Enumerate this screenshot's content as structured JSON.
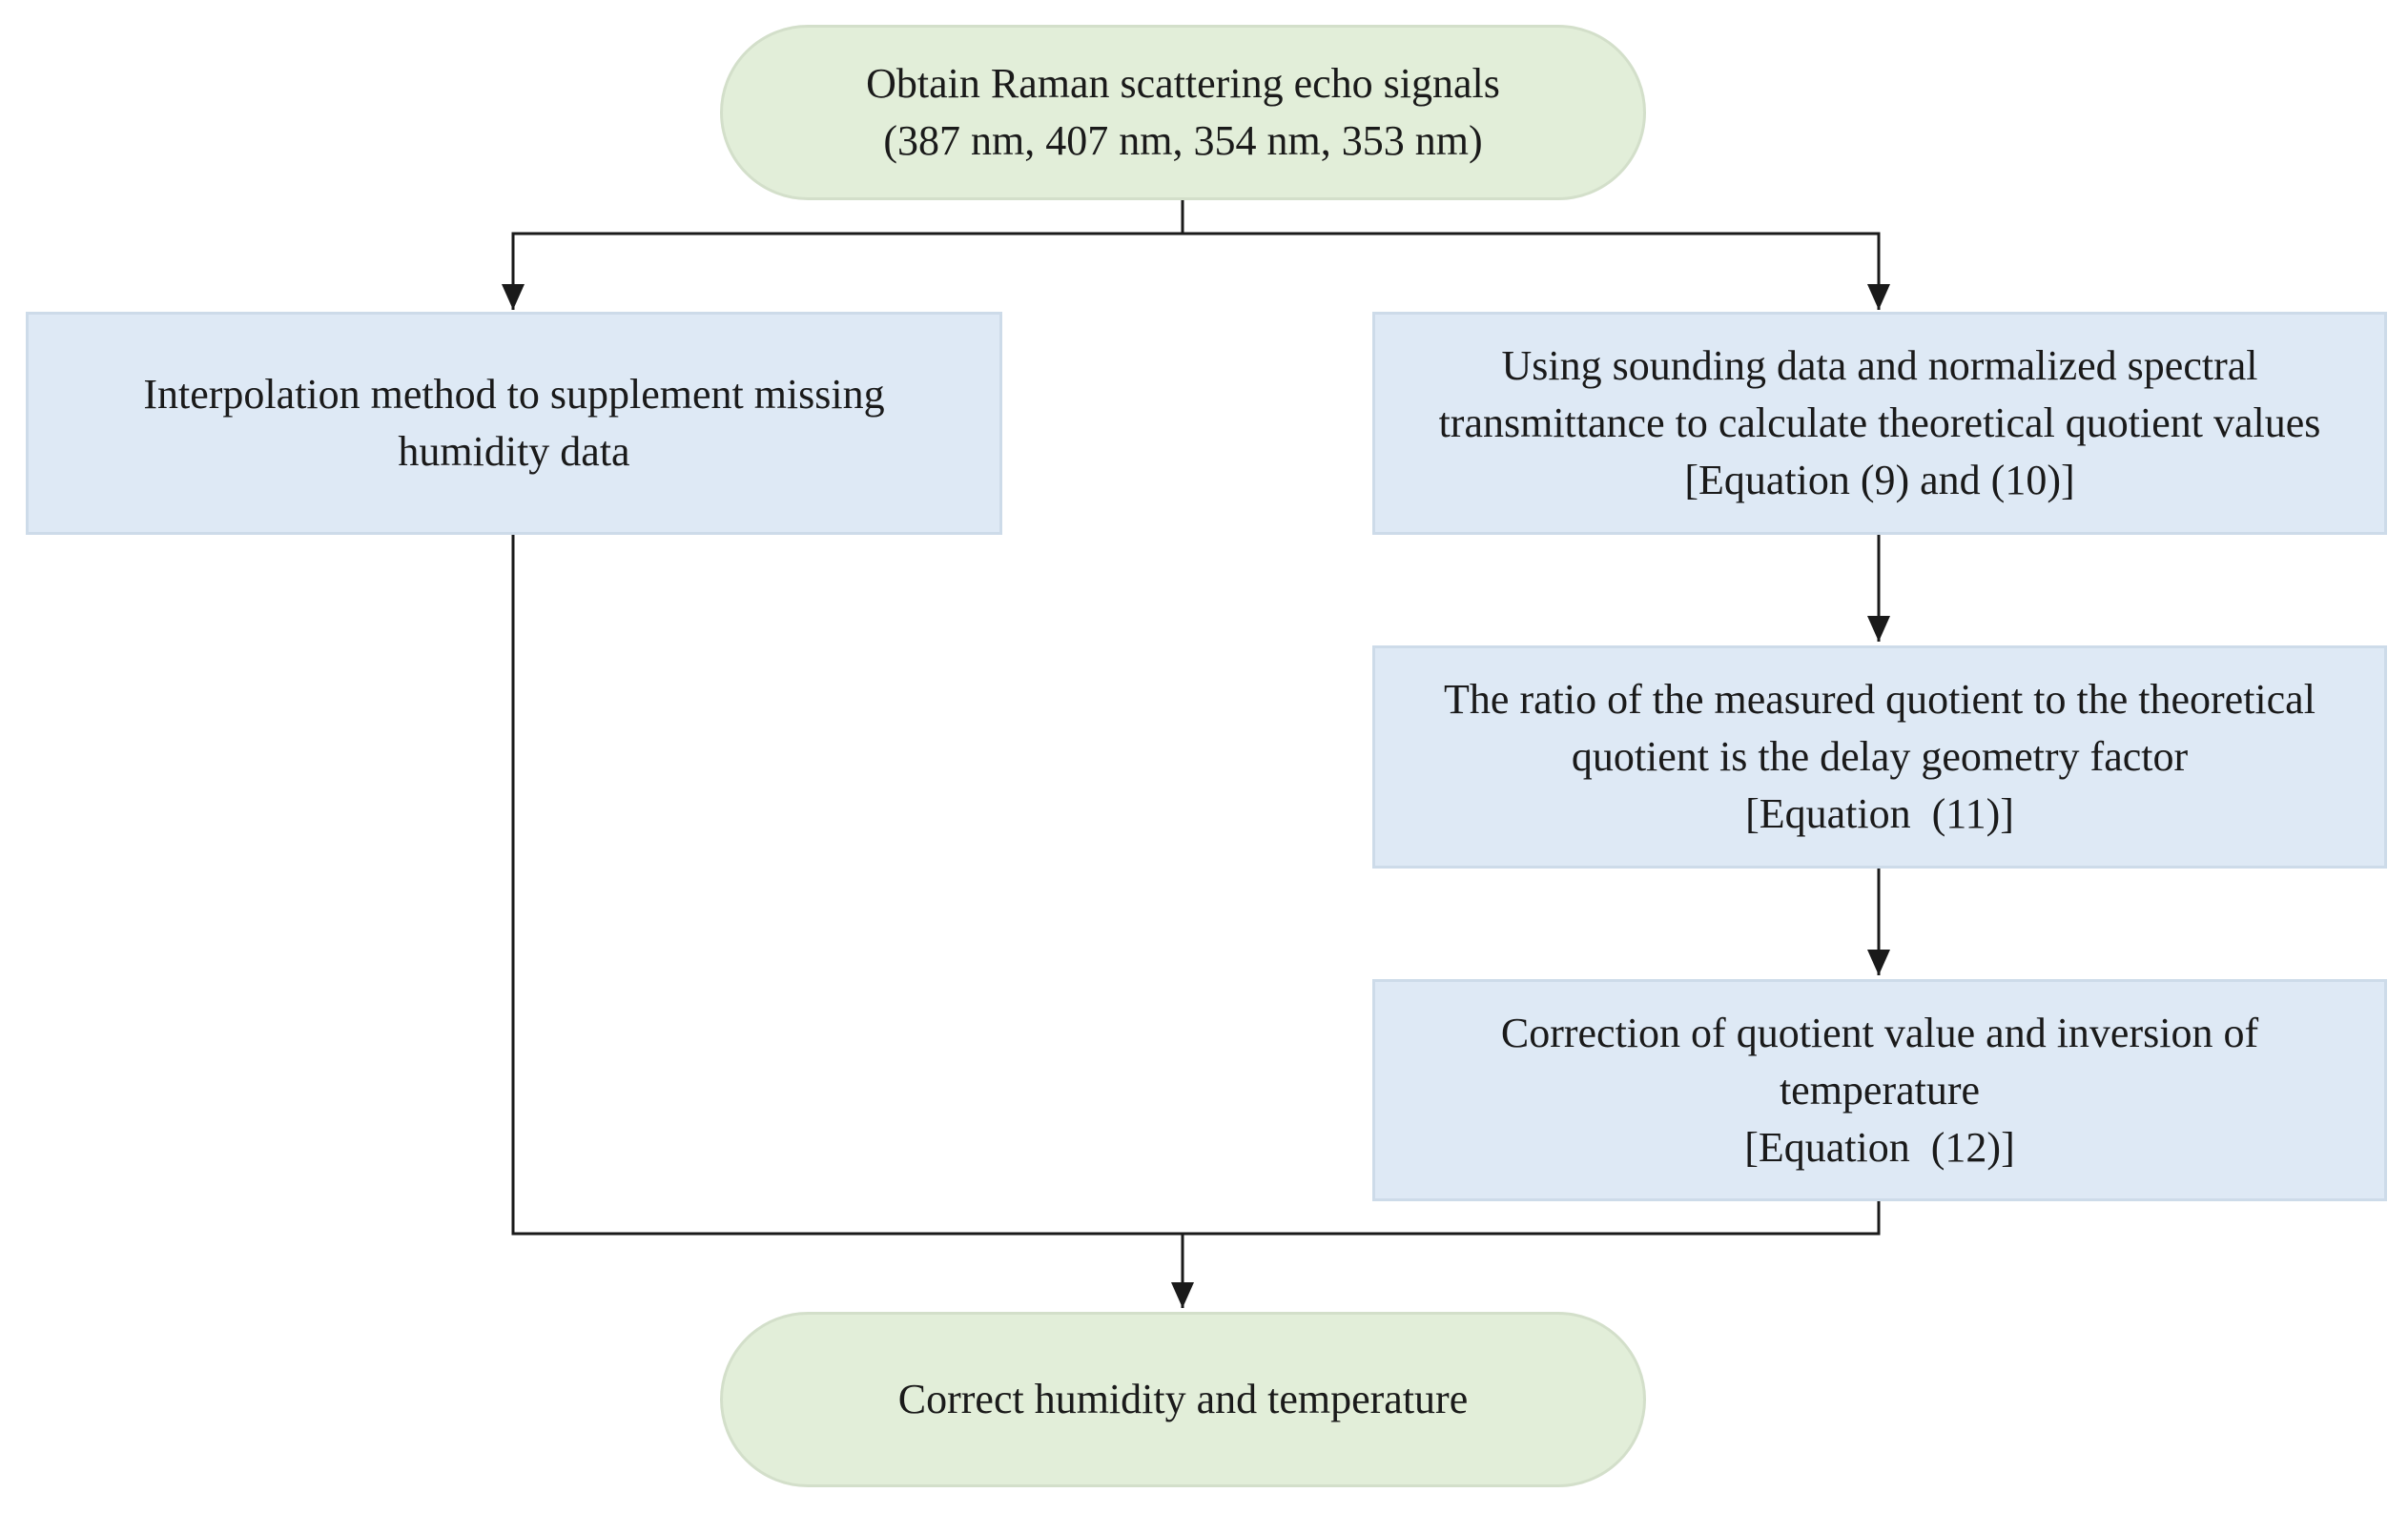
{
  "diagram": {
    "nodes": {
      "start": {
        "shape": "terminal",
        "lines": [
          "Obtain Raman scattering echo signals",
          "(387 nm, 407 nm, 354 nm, 353 nm)"
        ]
      },
      "interpolation": {
        "shape": "process",
        "lines": [
          "Interpolation method to supplement missing",
          "humidity data"
        ]
      },
      "theoretical_quotient": {
        "shape": "process",
        "lines": [
          "Using sounding data and normalized spectral",
          "transmittance to calculate theoretical quotient values",
          "[Equation (9) and (10)]"
        ]
      },
      "delay_geometry": {
        "shape": "process",
        "lines": [
          "The ratio of the measured quotient to the theoretical",
          "quotient is the delay geometry factor",
          "[Equation  (11)]"
        ]
      },
      "correction": {
        "shape": "process",
        "lines": [
          "Correction of quotient value and inversion of",
          "temperature",
          "[Equation  (12)]"
        ]
      },
      "end": {
        "shape": "terminal",
        "lines": [
          "Correct humidity and temperature"
        ]
      }
    },
    "edges": [
      {
        "from": "start",
        "to": "interpolation"
      },
      {
        "from": "start",
        "to": "theoretical_quotient"
      },
      {
        "from": "theoretical_quotient",
        "to": "delay_geometry"
      },
      {
        "from": "delay_geometry",
        "to": "correction"
      },
      {
        "from": "interpolation",
        "to": "end"
      },
      {
        "from": "correction",
        "to": "end"
      }
    ],
    "colors": {
      "terminal_fill": "#e2eed9",
      "process_fill": "#dee9f5",
      "connector": "#1a1a1a",
      "text": "#1a1a1a"
    }
  }
}
